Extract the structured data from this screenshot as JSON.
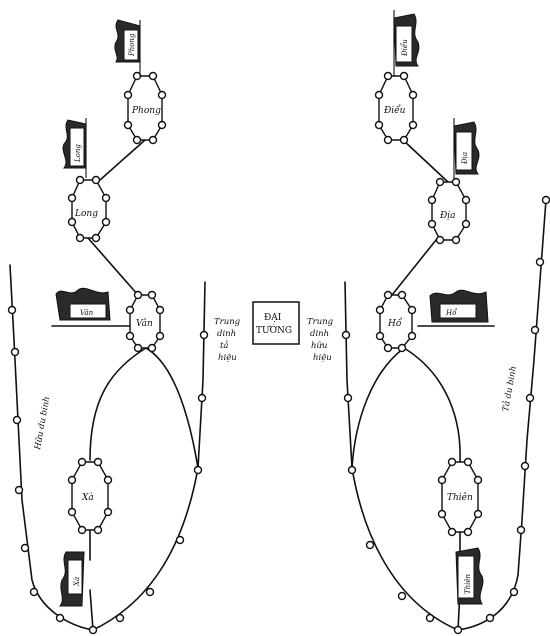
{
  "labels": {
    "phong": "Phong",
    "long": "Long",
    "van": "Vân",
    "xa": "Xà",
    "dieu": "Điểu",
    "dia": "Địa",
    "ho": "Hổ",
    "thien": "Thiên",
    "dai_tuong_1": "ĐẠI",
    "dai_tuong_2": "TƯỚNG",
    "trung_dinh_ta_hieu": [
      "Trung",
      "dinh",
      "tả",
      "hiệu"
    ],
    "trung_dinh_huu_hieu": [
      "Trung",
      "dinh",
      "hữu",
      "hiệu"
    ],
    "huu_du_binh": "Hữu du binh",
    "ta_du_binh": "Tả du binh",
    "flags": {
      "phong": "Phong",
      "long": "Long",
      "van": "Vân",
      "xa": "Xà",
      "dieu": "Điểu",
      "dia": "Địa",
      "ho": "Hổ",
      "thien": "Thiên"
    }
  }
}
